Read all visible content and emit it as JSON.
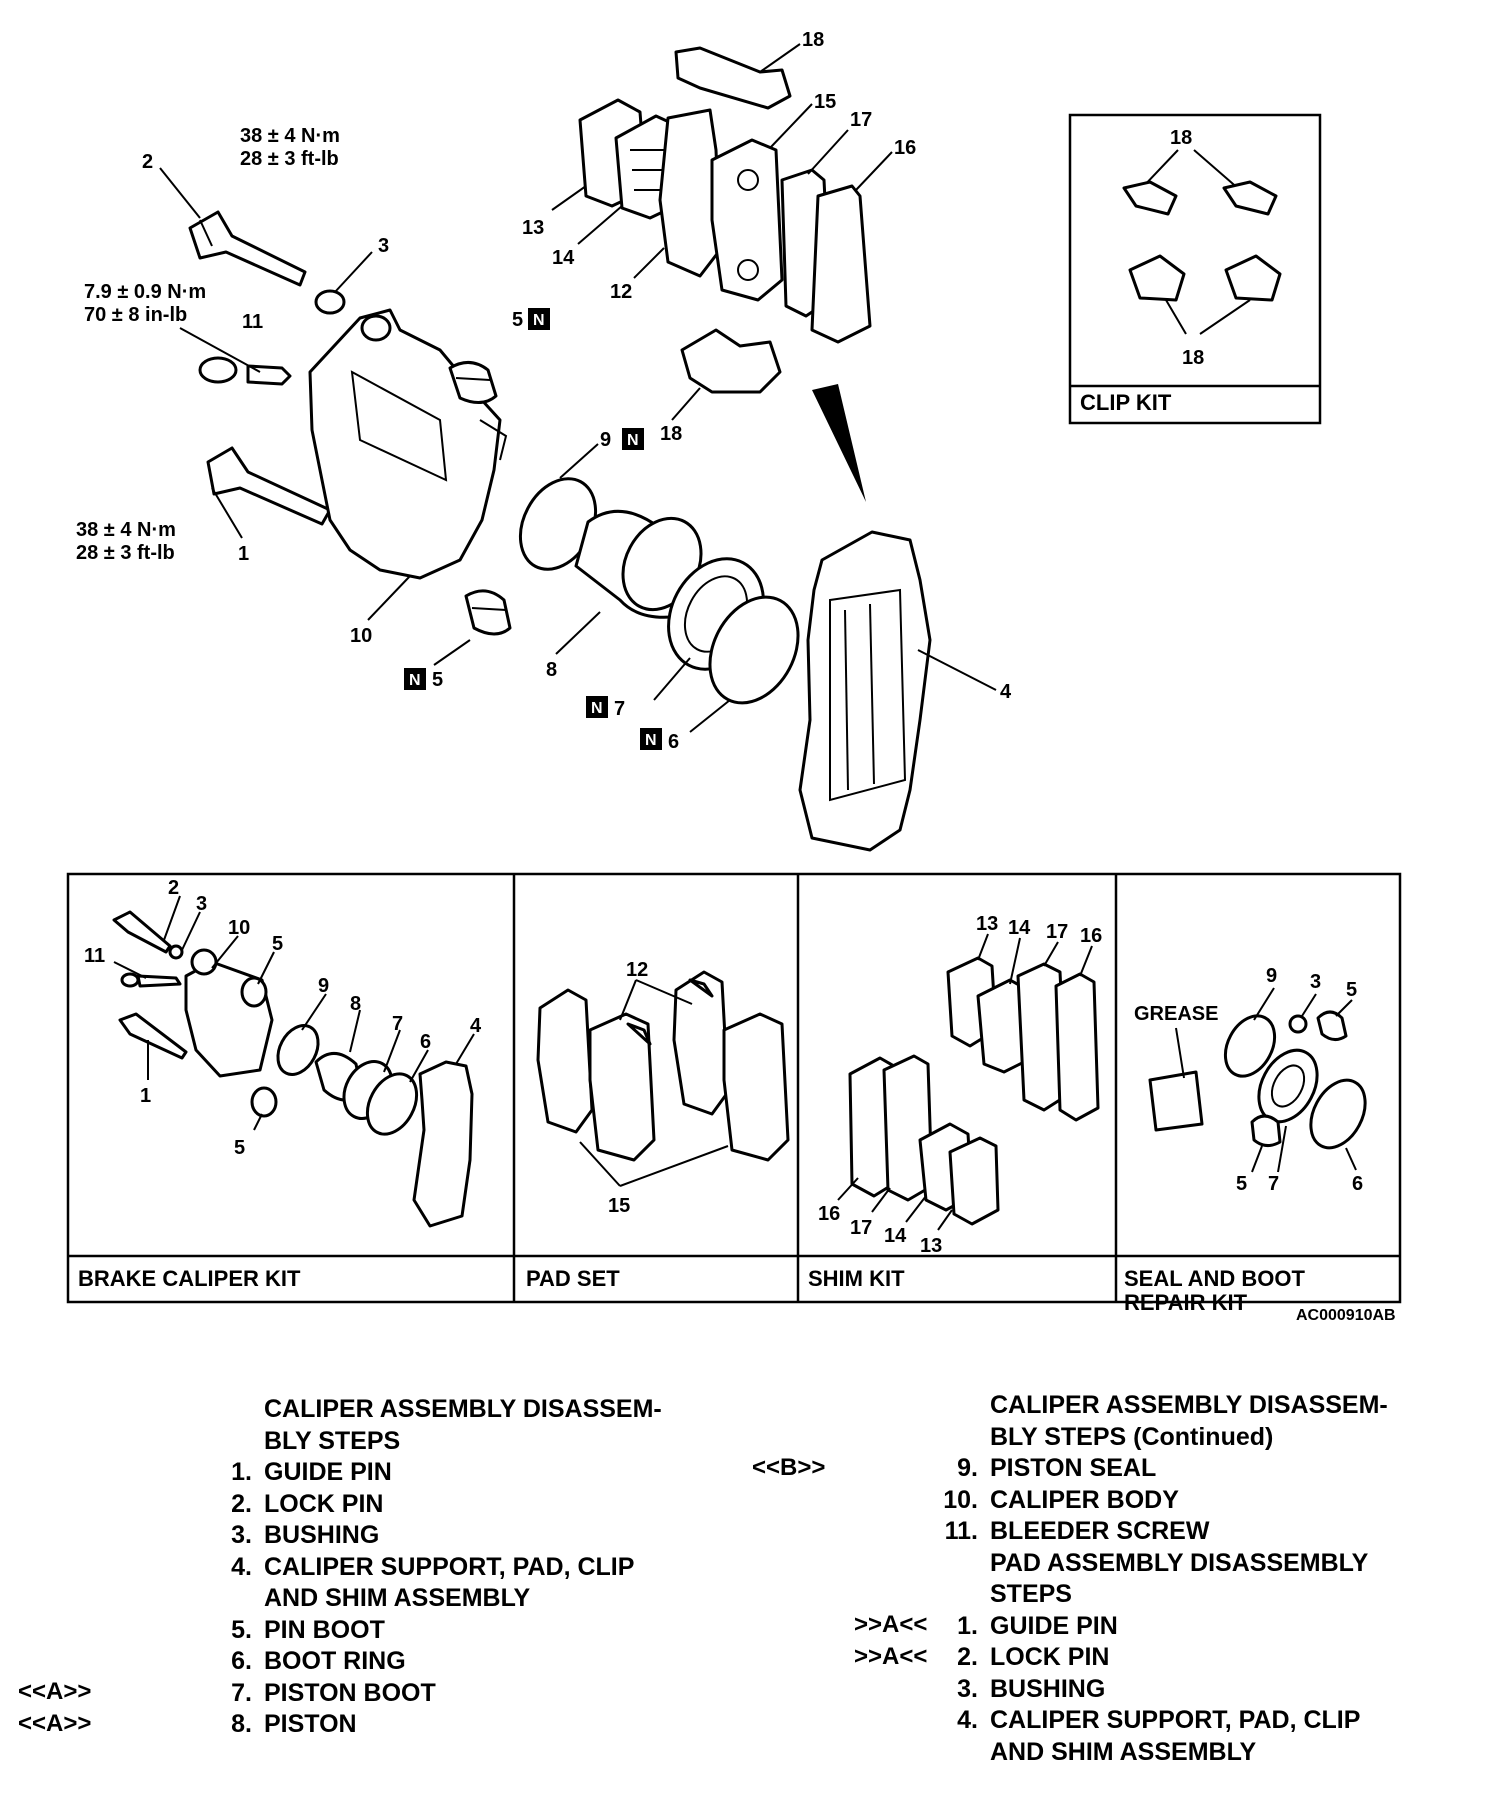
{
  "diagram": {
    "torque": {
      "lock_pin_nm": "38 ± 4 N·m",
      "lock_pin_ftlb": "28 ± 3 ft-lb",
      "bleeder_nm": "7.9 ± 0.9 N·m",
      "bleeder_inlb": "70 ± 8 in-lb",
      "guide_pin_nm": "38 ± 4 N·m",
      "guide_pin_ftlb": "28 ± 3 ft-lb"
    },
    "callouts": {
      "n1": "1",
      "n2": "2",
      "n3": "3",
      "n4": "4",
      "n5": "5",
      "n6": "6",
      "n7": "7",
      "n8": "8",
      "n9": "9",
      "n10": "10",
      "n11": "11",
      "n12": "12",
      "n13": "13",
      "n14": "14",
      "n15": "15",
      "n16": "16",
      "n17": "17",
      "n18": "18"
    },
    "new_part_mark": "N",
    "grease_label": "GREASE",
    "figure_code": "AC000910AB"
  },
  "kits": {
    "clip_kit": "CLIP KIT",
    "brake_caliper_kit": "BRAKE CALIPER KIT",
    "pad_set": "PAD SET",
    "shim_kit": "SHIM KIT",
    "seal_boot_kit_line1": "SEAL AND BOOT",
    "seal_boot_kit_line2": "REPAIR KIT"
  },
  "steps_left": {
    "heading_line1": "CALIPER ASSEMBLY DISASSEM-",
    "heading_line2": "BLY STEPS",
    "items": [
      {
        "num": "1.",
        "text": "GUIDE PIN"
      },
      {
        "num": "2.",
        "text": "LOCK PIN"
      },
      {
        "num": "3.",
        "text": "BUSHING"
      },
      {
        "num": "4.",
        "text": "CALIPER SUPPORT, PAD, CLIP"
      },
      {
        "num": "",
        "text": "AND SHIM ASSEMBLY"
      },
      {
        "num": "5.",
        "text": "PIN BOOT"
      },
      {
        "num": "6.",
        "text": "BOOT RING"
      },
      {
        "num": "7.",
        "text": "PISTON BOOT",
        "mark": "<<A>>"
      },
      {
        "num": "8.",
        "text": "PISTON",
        "mark": "<<A>>"
      }
    ]
  },
  "steps_right": {
    "heading_line1": "CALIPER ASSEMBLY DISASSEM-",
    "heading_line2": "BLY STEPS (Continued)",
    "items": [
      {
        "num": "9.",
        "text": "PISTON SEAL",
        "mark": "<<B>>"
      },
      {
        "num": "10.",
        "text": "CALIPER BODY"
      },
      {
        "num": "11.",
        "text": "BLEEDER SCREW"
      }
    ],
    "pad_heading_line1": "PAD ASSEMBLY DISASSEMBLY",
    "pad_heading_line2": "STEPS",
    "pad_items": [
      {
        "num": "1.",
        "text": "GUIDE PIN",
        "mark": ">>A<<"
      },
      {
        "num": "2.",
        "text": "LOCK PIN",
        "mark": ">>A<<"
      },
      {
        "num": "3.",
        "text": "BUSHING"
      },
      {
        "num": "4.",
        "text": "CALIPER SUPPORT, PAD, CLIP"
      },
      {
        "num": "",
        "text": "AND SHIM ASSEMBLY"
      }
    ]
  }
}
